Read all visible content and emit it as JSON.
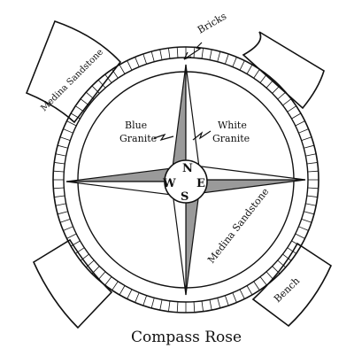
{
  "diagram": {
    "title": "Compass Rose",
    "labels": {
      "bricks": "Bricks",
      "blue_granite_line1": "Blue",
      "blue_granite_line2": "Granite",
      "white_granite_line1": "White",
      "white_granite_line2": "Granite",
      "medina_sandstone_inner": "Medina Sandstone",
      "medina_sandstone_bench": "Medina Sandstone",
      "bench": "Bench"
    },
    "directions": {
      "north": "N",
      "south": "S",
      "east": "E",
      "west": "W"
    },
    "colors": {
      "ink": "#111111",
      "blue_granite_fill": "#9a9a9a",
      "paper": "#ffffff"
    }
  }
}
